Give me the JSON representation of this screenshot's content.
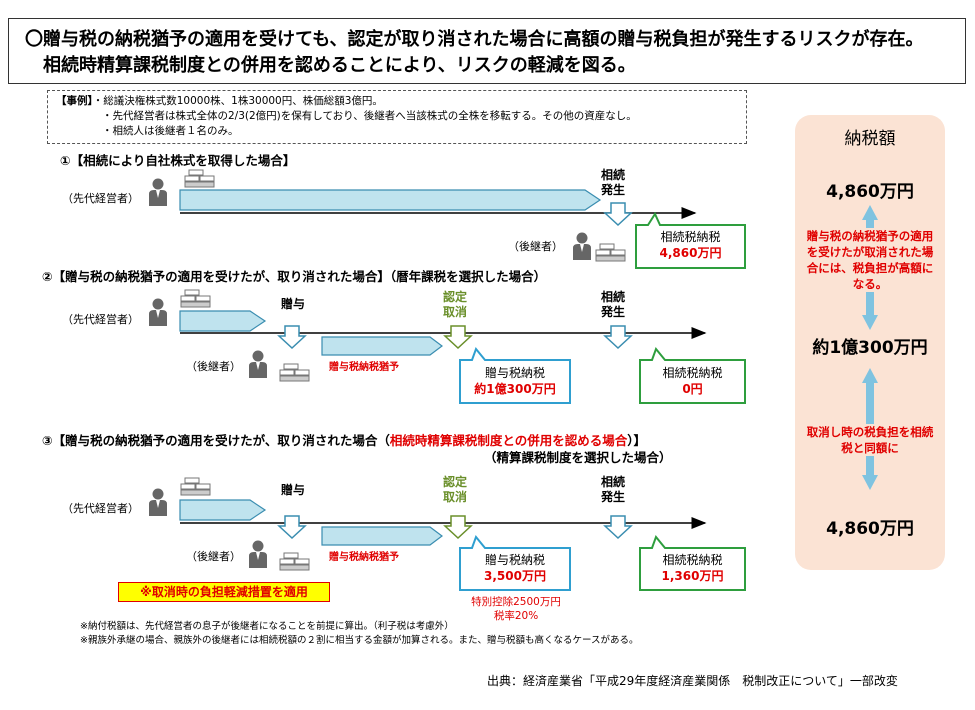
{
  "header": {
    "line1": "〇贈与税の納税猶予の適用を受けても、認定が取り消された場合に高額の贈与税負担が発生するリスクが存在。",
    "line2": "相続時精算課税制度との併用を認めることにより、リスクの軽減を図る。"
  },
  "example": {
    "tag": "【事例】",
    "lines": [
      "・総議決権株式数10000株、1株30000円、株価総額3億円。",
      "・先代経営者は株式全体の2/3(2億円)を保有しており、後継者へ当該株式の全株を移転する。その他の資産なし。",
      "・相続人は後継者１名のみ。"
    ]
  },
  "labels": {
    "predecessor": "（先代経営者）",
    "successor": "（後継者）",
    "gift": "贈与",
    "cert_cancel_1": "認定",
    "cert_cancel_2": "取消",
    "inherit_1": "相続",
    "inherit_2": "発生",
    "deferral_bar": "贈与税納税猶予",
    "inheritance_tax": "相続税納税",
    "gift_tax": "贈与税納税"
  },
  "section1": {
    "title": "①【相続により自社株式を取得した場合】",
    "inheritance_amount": "4,860万円"
  },
  "section2": {
    "title": "②【贈与税の納税猶予の適用を受けたが、取り消された場合】（暦年課税を選択した場合）",
    "gift_amount": "約1億300万円",
    "inheritance_amount": "0円"
  },
  "section3": {
    "title_a": "③【贈与税の納税猶予の適用を受けたが、取り消された場合（",
    "title_red": "相続時精算課税制度との併用を認める場合",
    "title_b": "）】",
    "subtitle": "（精算課税制度を選択した場合）",
    "gift_amount": "3,500万円",
    "inheritance_amount": "1,360万円",
    "note_1": "特別控除2500万円",
    "note_2": "税率20%",
    "yellow_note": "※取消時の負担軽減措置を適用"
  },
  "side": {
    "title": "納税額",
    "value1": "4,860万円",
    "note1": "贈与税の納税猶予の適用を受けたが取消された場合には、税負担が高額になる。",
    "value2": "約1億300万円",
    "note2": "取消し時の税負担を相続税と同額に",
    "value3": "4,860万円"
  },
  "footnotes": [
    "※納付税額は、先代経営者の息子が後継者になることを前提に算出。（利子税は考慮外）",
    "※親族外承継の場合、親族外の後継者には相続税額の２割に相当する金額が加算される。また、贈与税額も高くなるケースがある。"
  ],
  "source": "出典：経済産業省「平成29年度経済産業関係　税制改正について」一部改変",
  "colors": {
    "bar_fill": "#bfe3ee",
    "bar_stroke": "#3a8db0",
    "green": "#2e9e3e",
    "blue_box": "#2f9fd0",
    "red": "#e00000",
    "panel": "#fbe3d4",
    "panel_arrow": "#7fc3e0"
  }
}
